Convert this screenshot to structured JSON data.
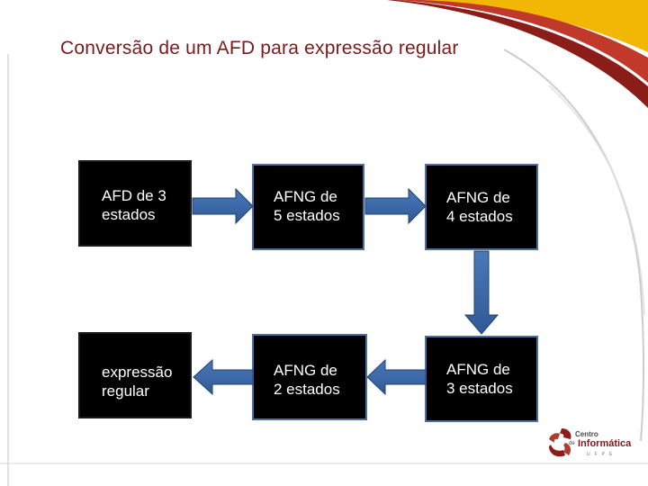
{
  "slide": {
    "title": "Conversão de um AFD para expressão regular"
  },
  "diagram": {
    "nodes": [
      {
        "id": "afd3",
        "label": "AFD de 3\nestados"
      },
      {
        "id": "afng5",
        "label": "AFNG de\n5 estados"
      },
      {
        "id": "afng4",
        "label": "AFNG de\n4 estados"
      },
      {
        "id": "afng3",
        "label": "AFNG de\n3 estados"
      },
      {
        "id": "afng2",
        "label": "AFNG de\n2 estados"
      },
      {
        "id": "regex",
        "label": "expressão\nregular"
      }
    ],
    "edges": [
      {
        "from": "afd3",
        "to": "afng5"
      },
      {
        "from": "afng5",
        "to": "afng4"
      },
      {
        "from": "afng4",
        "to": "afng3"
      },
      {
        "from": "afng3",
        "to": "afng2"
      },
      {
        "from": "afng2",
        "to": "regex"
      }
    ],
    "arrow_color": "#3a66a8",
    "arrow_border_color": "#23406b",
    "box_color": "#000000",
    "box_border_color": "#4b6fa3",
    "text_color": "#ffffff"
  },
  "logo": {
    "line1": "Centro",
    "line2_prefix": "de",
    "line2": "Informática",
    "line3": "UFPE"
  },
  "colors": {
    "title": "#7a1a1a",
    "swoosh_dark": "#8b1d18",
    "swoosh_red": "#c0392b",
    "swoosh_gold": "#f2b705",
    "swoosh_gray": "#cccccc"
  }
}
